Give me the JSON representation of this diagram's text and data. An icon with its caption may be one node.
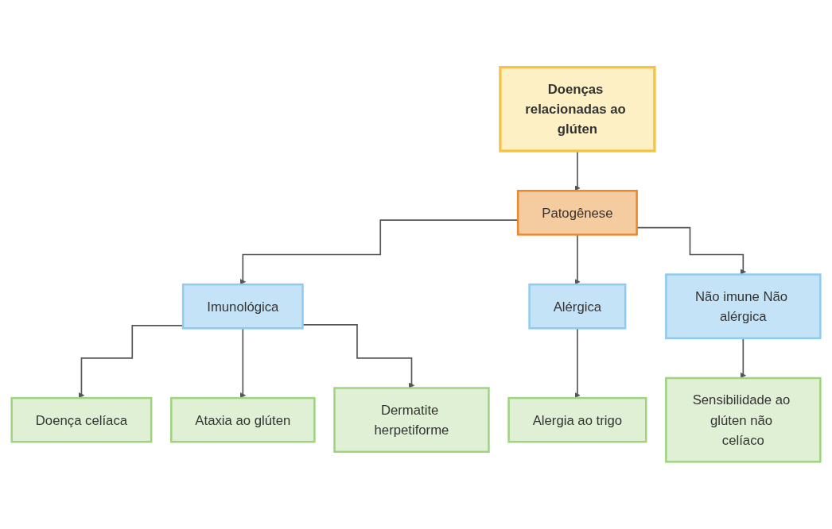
{
  "diagram": {
    "nodes": [
      {
        "text": [
          "Doenças relacionadas ao glúten"
        ]
      },
      {
        "text": [
          "Patogênese"
        ]
      },
      {
        "text": [
          "Imunológica"
        ]
      },
      {
        "text": [
          "Alérgica"
        ]
      },
      {
        "text": [
          "Não imune Não alérgica"
        ]
      },
      {
        "text": [
          "Doença celíaca"
        ]
      },
      {
        "text": [
          "Ataxia ao glúten"
        ]
      },
      {
        "text": [
          "Dermatite herpetiforme"
        ]
      },
      {
        "text": [
          "Alergia ao trigo"
        ]
      },
      {
        "text": [
          "Sensibilidade ao glúten não celíaco"
        ]
      }
    ],
    "edges": [
      {
        "from": 0,
        "to": 1,
        "arrow": "to"
      },
      {
        "from": 1,
        "to": 2,
        "arrow": "to"
      },
      {
        "from": 1,
        "to": 3,
        "arrow": "to"
      },
      {
        "from": 1,
        "to": 4,
        "arrow": "to"
      },
      {
        "from": 2,
        "to": 5,
        "arrow": "to"
      },
      {
        "from": 2,
        "to": 6,
        "arrow": "to"
      },
      {
        "from": 2,
        "to": 7,
        "arrow": "to"
      },
      {
        "from": 3,
        "to": 8,
        "arrow": "to"
      },
      {
        "from": 4,
        "to": 9,
        "arrow": "to"
      }
    ]
  }
}
